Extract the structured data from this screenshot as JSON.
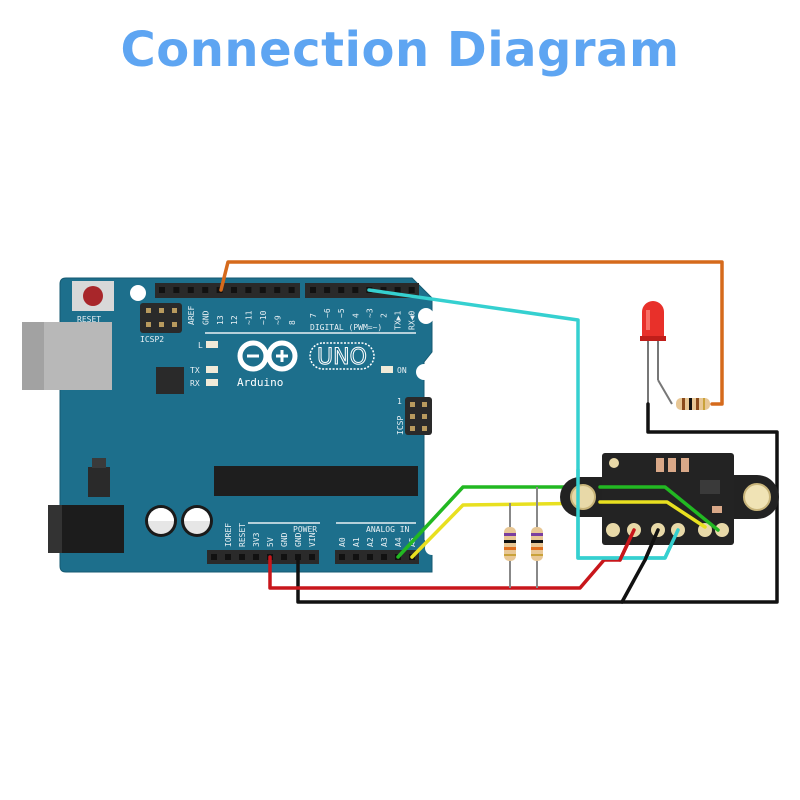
{
  "title": "Connection Diagram",
  "board": {
    "reset": "RESET",
    "icsp2": "ICSP2",
    "icsp": "ICSP",
    "icsp_pin1": "1",
    "digital": "DIGITAL (PWM=~)",
    "led_l": "L",
    "tx": "TX",
    "rx": "RX",
    "on": "ON",
    "uno": "UNO",
    "arduino": "Arduino",
    "power": "POWER",
    "analog_in": "ANALOG IN",
    "top_pins": [
      "AREF",
      "GND",
      "13",
      "12",
      "~11",
      "~10",
      "~9",
      "8"
    ],
    "top_pins2": [
      "7",
      "~6",
      "~5",
      "4",
      "~3",
      "2",
      "TX▶1",
      "RX◀0"
    ],
    "power_pins": [
      "IOREF",
      "RESET",
      "3V3",
      "5V",
      "GND",
      "GND",
      "VIN"
    ],
    "analog_pins": [
      "A0",
      "A1",
      "A2",
      "A3",
      "A4",
      "A5"
    ]
  },
  "colors": {
    "title": "#5ea5f2",
    "board": "#1d6f8c",
    "orange": "#d56a1c",
    "cyan": "#35d0d0",
    "green": "#22b822",
    "yellow": "#e8e020",
    "red": "#c8161b",
    "black": "#111111"
  }
}
